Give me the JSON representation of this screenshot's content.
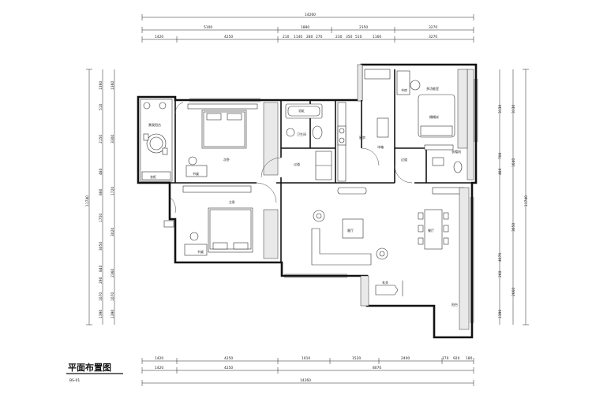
{
  "title": "平面布置图",
  "subtitle": "BS-01",
  "dims_top": {
    "overall": "14260",
    "row2": [
      "5100",
      "1880",
      "2350",
      "3270"
    ],
    "row3": [
      "1420",
      "4250",
      "210",
      "1140",
      "280",
      "270",
      "230",
      "350",
      "510",
      "1160",
      "3270"
    ]
  },
  "dims_bottom": {
    "row1": [
      "1420",
      "4250",
      "1010",
      "1520",
      "2400",
      "170",
      "920",
      "180"
    ],
    "row2": [
      "1420",
      "4250",
      "8070"
    ],
    "overall": "14260"
  },
  "dims_left": {
    "outer": "11740",
    "row1": [
      "1360",
      "510",
      "2150",
      "480",
      "880",
      "1750",
      "3050",
      "840",
      "290",
      "1070",
      "1390"
    ],
    "row2": [
      "1360",
      "3300",
      "1720",
      "3020",
      "2360",
      "1070",
      "1390"
    ]
  },
  "dims_right": {
    "outer": "11740",
    "inner1": [
      "3130",
      "1640",
      "3650",
      "2660"
    ],
    "inner2": [
      "3130",
      "700",
      "480",
      "4070",
      "260",
      "1390"
    ]
  },
  "rooms": {
    "balcony_small": "景观阳台",
    "storage": "衣柜",
    "bedroom1": "次卧",
    "desk1": "书桌",
    "bedroom2": "主卧",
    "desk2": "书桌",
    "bath_tub": "浴缸",
    "wc": "卫生间",
    "hall1": "过道",
    "kitchen": "厨房",
    "fridge": "冰箱",
    "study": "书房",
    "master_suite": "多功能室",
    "bed3": "榻榻米",
    "cloak": "衣帽间",
    "hall2": "过道",
    "living": "客厅",
    "dining": "餐厅",
    "entrance": "玄关",
    "balcony_big": "阳台"
  }
}
